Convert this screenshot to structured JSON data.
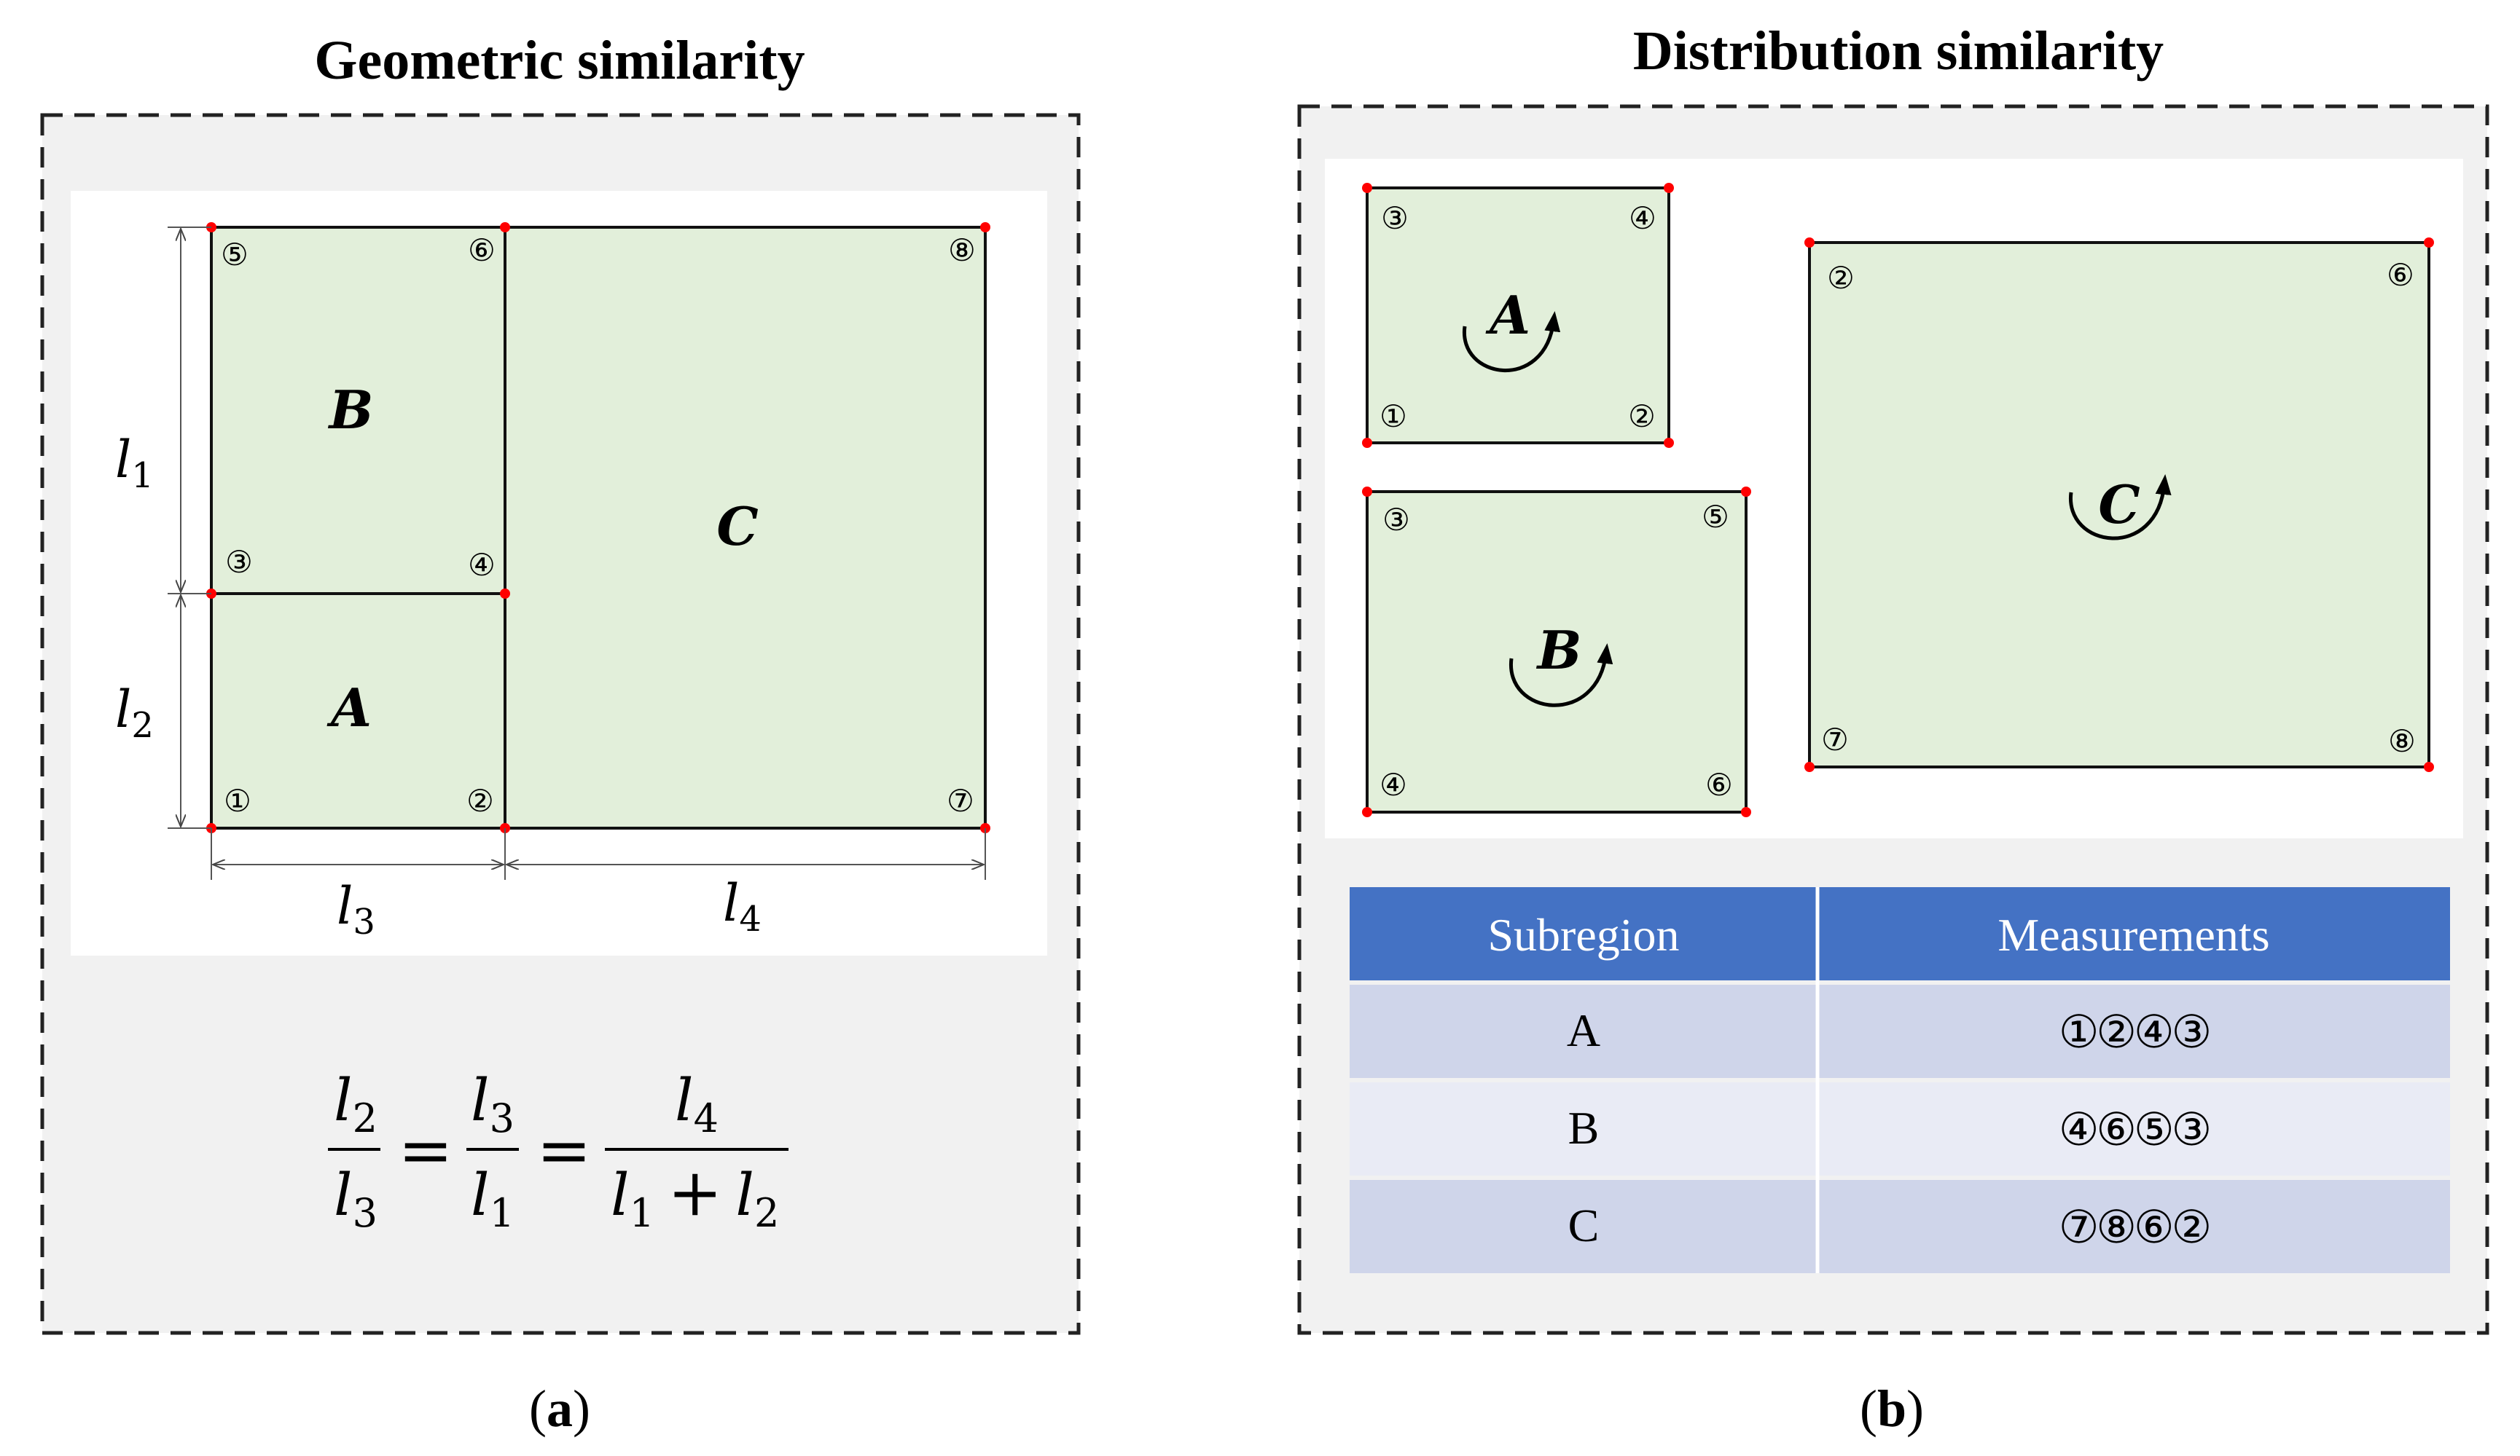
{
  "panel_a": {
    "title": "Geometric similarity",
    "caption_open": "(",
    "caption_letter": "a",
    "caption_close": ")",
    "regions": {
      "A": "A",
      "B": "B",
      "C": "C"
    },
    "corner_marks": {
      "B_tl": "⑤",
      "B_tr": "⑥",
      "C_tr": "⑧",
      "B_bl": "③",
      "B_br": "④",
      "A_bl": "①",
      "A_br": "②",
      "C_br": "⑦"
    },
    "lengths": {
      "l1_base": "l",
      "l1_sub": "1",
      "l2_base": "l",
      "l2_sub": "2",
      "l3_base": "l",
      "l3_sub": "3",
      "l4_base": "l",
      "l4_sub": "4"
    },
    "equation": {
      "f1_num": "l",
      "f1_num_sub": "2",
      "f1_den": "l",
      "f1_den_sub": "3",
      "eq_sign": "=",
      "f2_num": "l",
      "f2_num_sub": "3",
      "f2_den": "l",
      "f2_den_sub": "1",
      "f3_num": "l",
      "f3_num_sub": "4",
      "f3_den_a": "l",
      "f3_den_a_sub": "1",
      "f3_den_plus": "+",
      "f3_den_b": "l",
      "f3_den_b_sub": "2"
    }
  },
  "panel_b": {
    "title": "Distribution similarity",
    "caption_open": "(",
    "caption_letter": "b",
    "caption_close": ")",
    "regions": {
      "A": "A",
      "B": "B",
      "C": "C"
    },
    "corner_marks": {
      "A_tl": "③",
      "A_tr": "④",
      "A_bl": "①",
      "A_br": "②",
      "B_tl": "③",
      "B_tr": "⑤",
      "B_bl": "④",
      "B_br": "⑥",
      "C_tl": "②",
      "C_tr": "⑥",
      "C_bl": "⑦",
      "C_br": "⑧"
    },
    "table": {
      "headers": [
        "Subregion",
        "Measurements"
      ],
      "rows": [
        {
          "subregion": "A",
          "measurements": "①②④③"
        },
        {
          "subregion": "B",
          "measurements": "④⑥⑤③"
        },
        {
          "subregion": "C",
          "measurements": "⑦⑧⑥②"
        }
      ]
    }
  },
  "colors": {
    "region_fill": "#e2efda",
    "panel_bg": "#f1f1f1",
    "corner_dot": "#ff0000",
    "table_header": "#4472c4",
    "table_row_dark": "#cfd5ea",
    "table_row_light": "#e9ebf5"
  }
}
